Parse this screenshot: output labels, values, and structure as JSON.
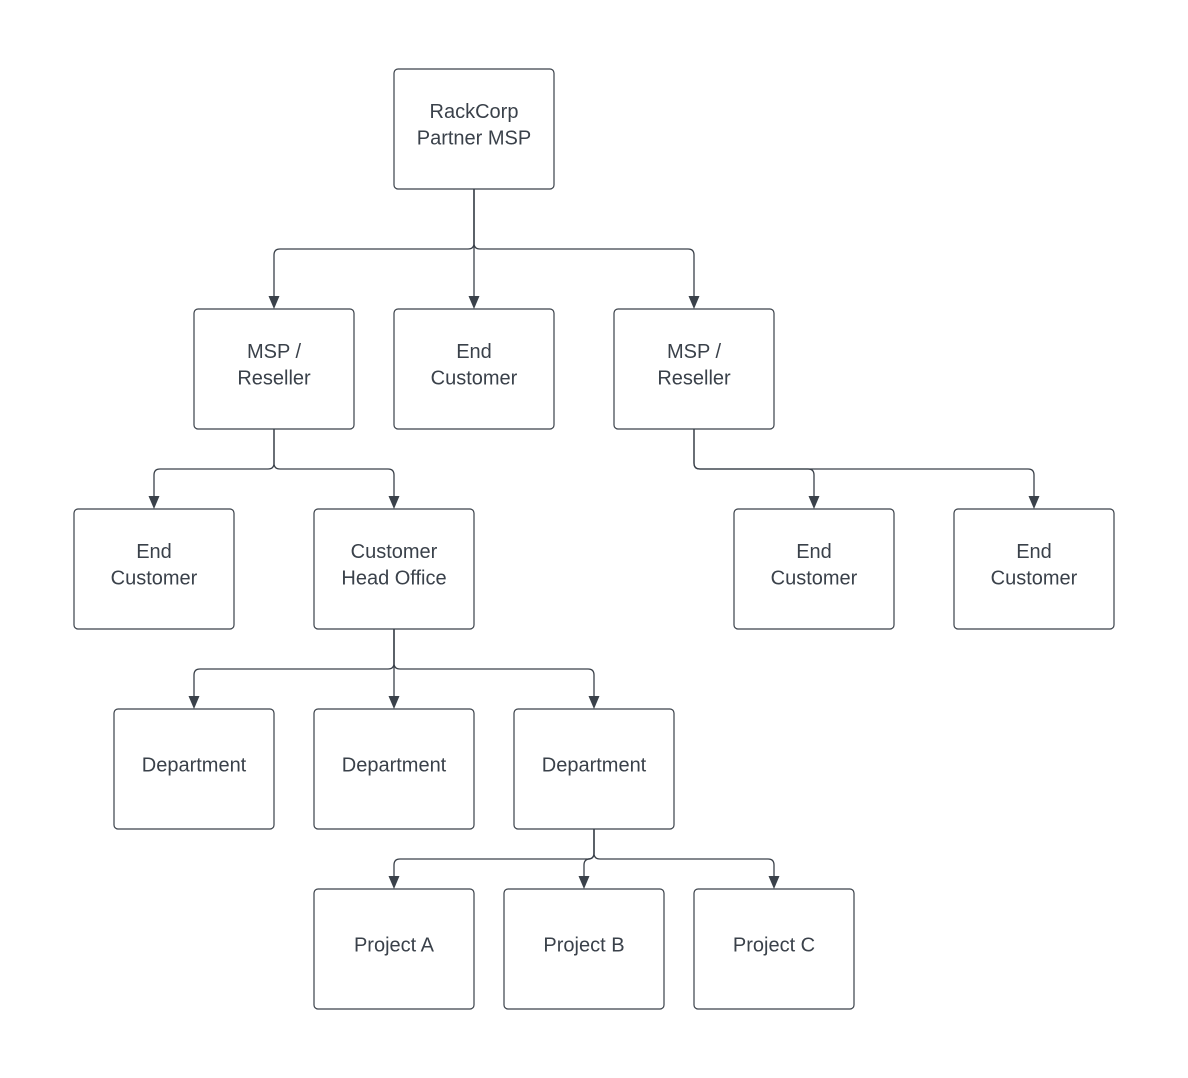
{
  "diagram": {
    "colors": {
      "stroke": "#3a414a",
      "text": "#3a414a",
      "fill": "#ffffff"
    },
    "nodes": [
      {
        "id": "rackcorp",
        "lines": [
          "RackCorp",
          "Partner MSP"
        ]
      },
      {
        "id": "msp1",
        "lines": [
          "MSP /",
          "Reseller"
        ]
      },
      {
        "id": "end_top",
        "lines": [
          "End",
          "Customer"
        ]
      },
      {
        "id": "msp2",
        "lines": [
          "MSP /",
          "Reseller"
        ]
      },
      {
        "id": "end_left",
        "lines": [
          "End",
          "Customer"
        ]
      },
      {
        "id": "head_office",
        "lines": [
          "Customer",
          "Head Office"
        ]
      },
      {
        "id": "end_right1",
        "lines": [
          "End",
          "Customer"
        ]
      },
      {
        "id": "end_right2",
        "lines": [
          "End",
          "Customer"
        ]
      },
      {
        "id": "dept1",
        "lines": [
          "Department"
        ]
      },
      {
        "id": "dept2",
        "lines": [
          "Department"
        ]
      },
      {
        "id": "dept3",
        "lines": [
          "Department"
        ]
      },
      {
        "id": "proj_a",
        "lines": [
          "Project A"
        ]
      },
      {
        "id": "proj_b",
        "lines": [
          "Project B"
        ]
      },
      {
        "id": "proj_c",
        "lines": [
          "Project C"
        ]
      }
    ],
    "edges": [
      {
        "from": "rackcorp",
        "to": "msp1"
      },
      {
        "from": "rackcorp",
        "to": "end_top"
      },
      {
        "from": "rackcorp",
        "to": "msp2"
      },
      {
        "from": "msp1",
        "to": "end_left"
      },
      {
        "from": "msp1",
        "to": "head_office"
      },
      {
        "from": "msp2",
        "to": "end_right1"
      },
      {
        "from": "msp2",
        "to": "end_right2"
      },
      {
        "from": "head_office",
        "to": "dept1"
      },
      {
        "from": "head_office",
        "to": "dept2"
      },
      {
        "from": "head_office",
        "to": "dept3"
      },
      {
        "from": "dept3",
        "to": "proj_a"
      },
      {
        "from": "dept3",
        "to": "proj_b"
      },
      {
        "from": "dept3",
        "to": "proj_c"
      }
    ]
  }
}
